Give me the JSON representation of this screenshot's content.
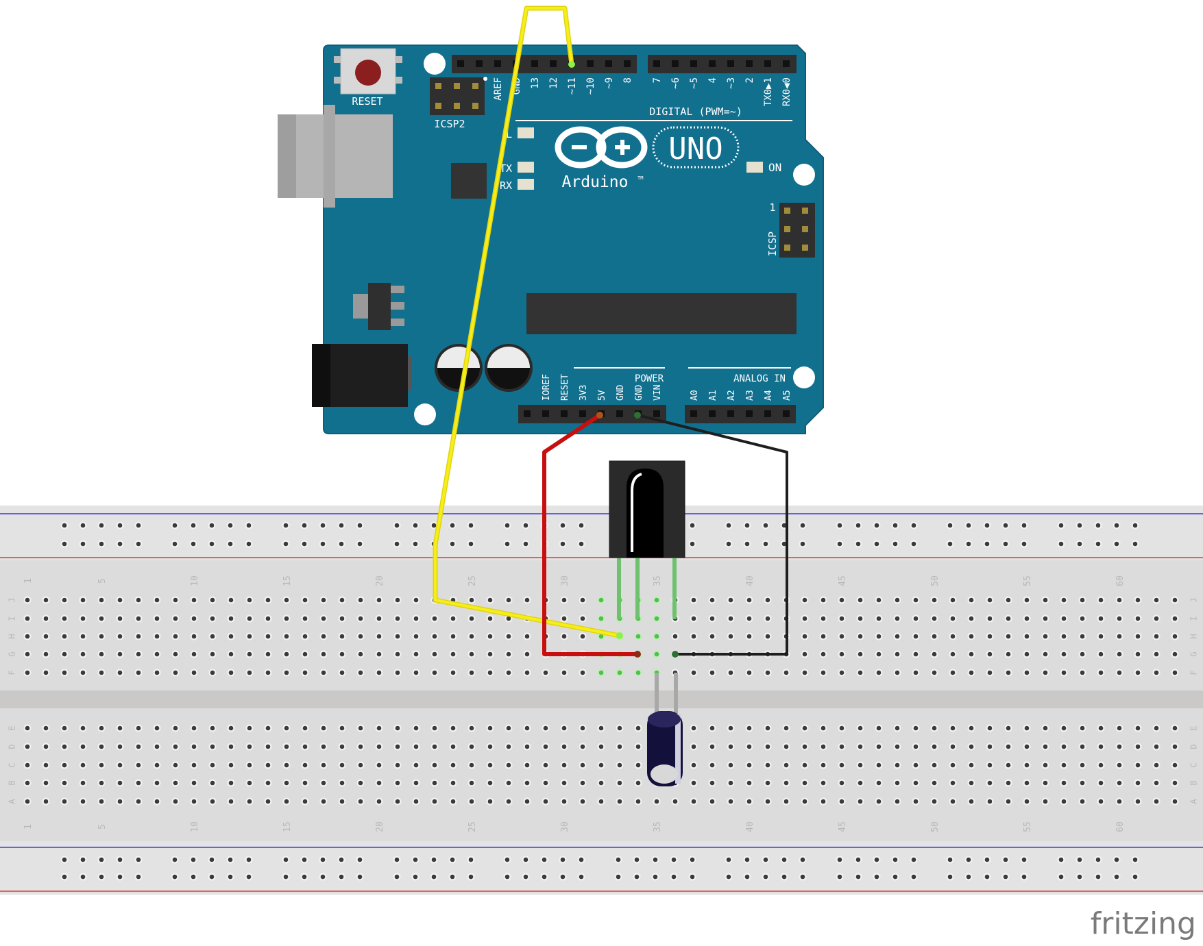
{
  "arduino": {
    "reset_label": "RESET",
    "icsp2_label": "ICSP2",
    "icsp_label": "ICSP",
    "icsp_pin1": "1",
    "digital_label": "DIGITAL (PWM=~)",
    "digital_pins": [
      "AREF",
      "GND",
      "13",
      "12",
      "~11",
      "~10",
      "~9",
      "8",
      "7",
      "~6",
      "~5",
      "4",
      "~3",
      "2",
      "TX0▶1",
      "RX0◀0"
    ],
    "led_labels": [
      "L",
      "TX",
      "RX"
    ],
    "brand": "Arduino",
    "tm": "TM",
    "model": "UNO",
    "on_label": "ON",
    "power_label": "POWER",
    "analog_label": "ANALOG IN",
    "power_pins": [
      "IOREF",
      "RESET",
      "3V3",
      "5V",
      "GND",
      "GND",
      "VIN"
    ],
    "analog_pins": [
      "A0",
      "A1",
      "A2",
      "A3",
      "A4",
      "A5"
    ],
    "colors": {
      "board": "#12708f",
      "header": "#2f2f2f",
      "label": "#ffffff"
    }
  },
  "breadboard": {
    "column_numbers": [
      "1",
      "5",
      "10",
      "15",
      "20",
      "25",
      "30",
      "35",
      "40",
      "45",
      "50",
      "55",
      "60"
    ],
    "top_rows": [
      "J",
      "I",
      "H",
      "G",
      "F"
    ],
    "bottom_rows": [
      "E",
      "D",
      "C",
      "B",
      "A"
    ],
    "colors": {
      "body": "#dcdcdc",
      "rail_blue": "#3b3bd9",
      "rail_red": "#d93b3b",
      "hole": "#3a3a3a",
      "active": "#6fd16f"
    }
  },
  "wires": [
    {
      "name": "signal-wire",
      "color": "#f2ea1a",
      "from": "~11",
      "to": "breadboard"
    },
    {
      "name": "power-wire",
      "color": "#c80f0f",
      "from": "5V",
      "to": "breadboard"
    },
    {
      "name": "ground-wire",
      "color": "#1e1e1e",
      "from": "GND",
      "to": "breadboard"
    }
  ],
  "components": [
    {
      "name": "ir-receiver",
      "type": "IR receiver"
    },
    {
      "name": "electrolytic-capacitor",
      "type": "capacitor"
    }
  ],
  "watermark": "fritzing"
}
